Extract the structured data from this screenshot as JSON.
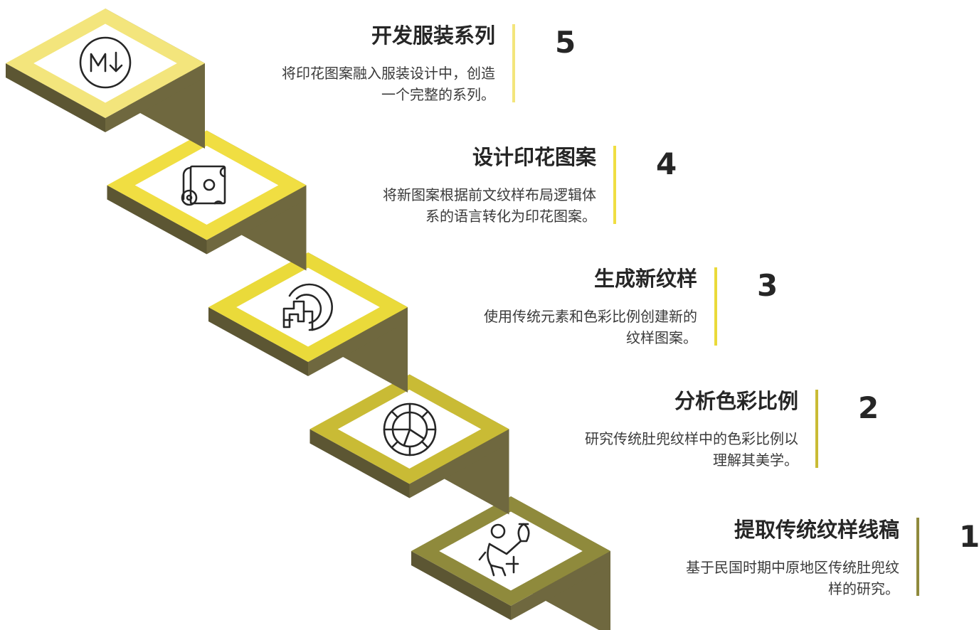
{
  "colors": {
    "riser": "#6f683f",
    "riser_dark": "#5c5633",
    "icon_stroke": "#262626"
  },
  "steps": [
    {
      "number": "1",
      "title": "提取传统纹样线稿",
      "desc_line1": "基于民国时期中原地区传统肚兜纹",
      "desc_line2": "样的研究。",
      "icon": "person-with-bag-icon",
      "color": "#8f8a3c"
    },
    {
      "number": "2",
      "title": "分析色彩比例",
      "desc_line1": "研究传统肚兜纹样中的色彩比例以",
      "desc_line2": "理解其美学。",
      "icon": "pie-chart-icon",
      "color": "#c9bb35"
    },
    {
      "number": "3",
      "title": "生成新纹样",
      "desc_line1": "使用传统元素和色彩比例创建新的",
      "desc_line2": "纹样图案。",
      "icon": "pattern-swirl-icon",
      "color": "#eada3a"
    },
    {
      "number": "4",
      "title": "设计印花图案",
      "desc_line1": "将新图案根据前文纹样布局逻辑体",
      "desc_line2": "系的语言转化为印花图案。",
      "icon": "fabric-roll-icon",
      "color": "#f0de42"
    },
    {
      "number": "5",
      "title": "开发服装系列",
      "desc_line1": "将印花图案融入服装设计中，创造",
      "desc_line2": "一个完整的系列。",
      "icon": "markdown-icon",
      "color": "#f3e57c"
    }
  ]
}
